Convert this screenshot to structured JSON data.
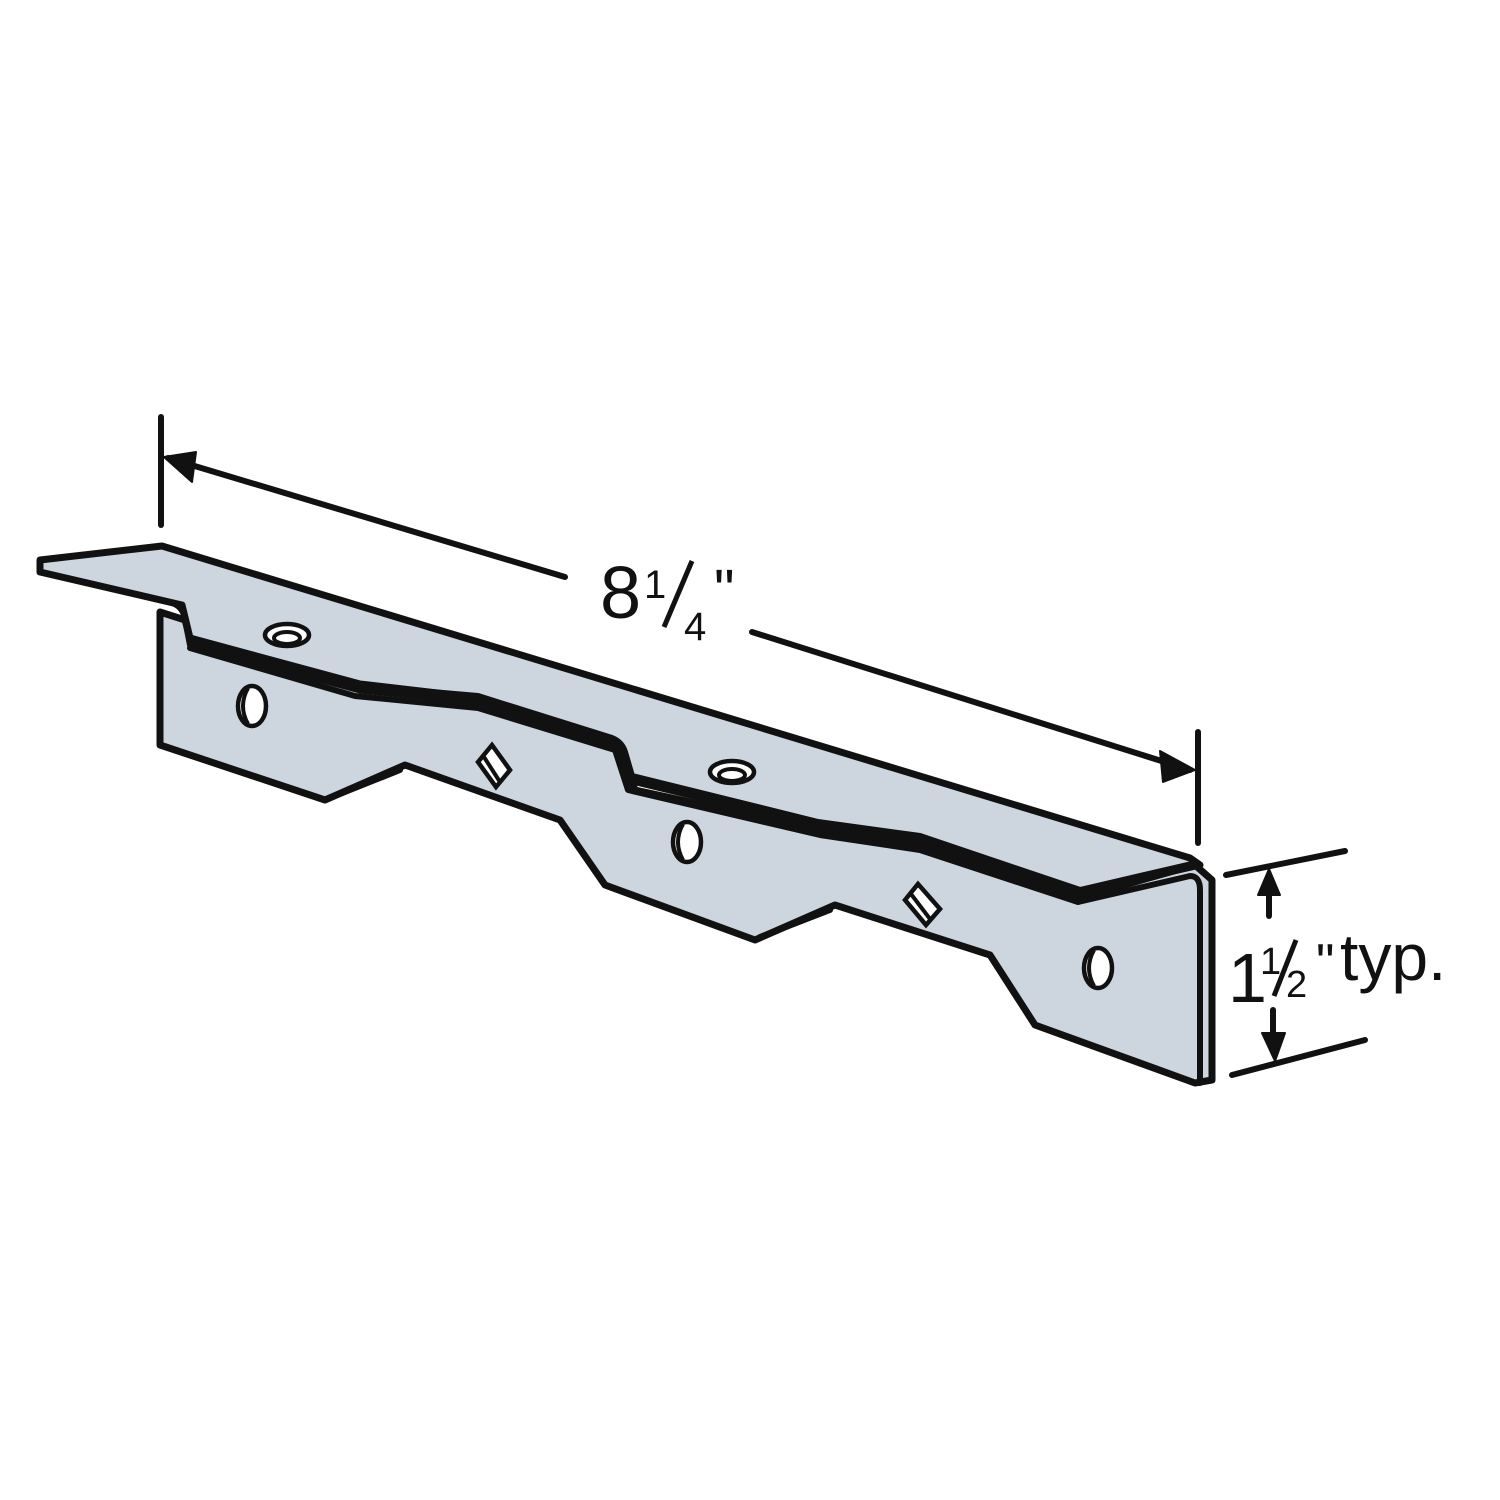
{
  "diagram": {
    "subject": "angled metal bracket with notched flange",
    "colors": {
      "metal_fill": "#cdd6df",
      "outline": "#111111",
      "background": "#ffffff"
    },
    "dimensions": {
      "length": {
        "whole": "8",
        "numerator": "1",
        "denominator": "4",
        "unit": "\""
      },
      "height": {
        "whole": "1",
        "numerator": "1",
        "denominator": "2",
        "unit": "\"",
        "suffix": "typ."
      }
    },
    "features": {
      "top_flange_holes": 2,
      "side_flange_round_holes": 3,
      "diamond_holes": 2
    }
  }
}
